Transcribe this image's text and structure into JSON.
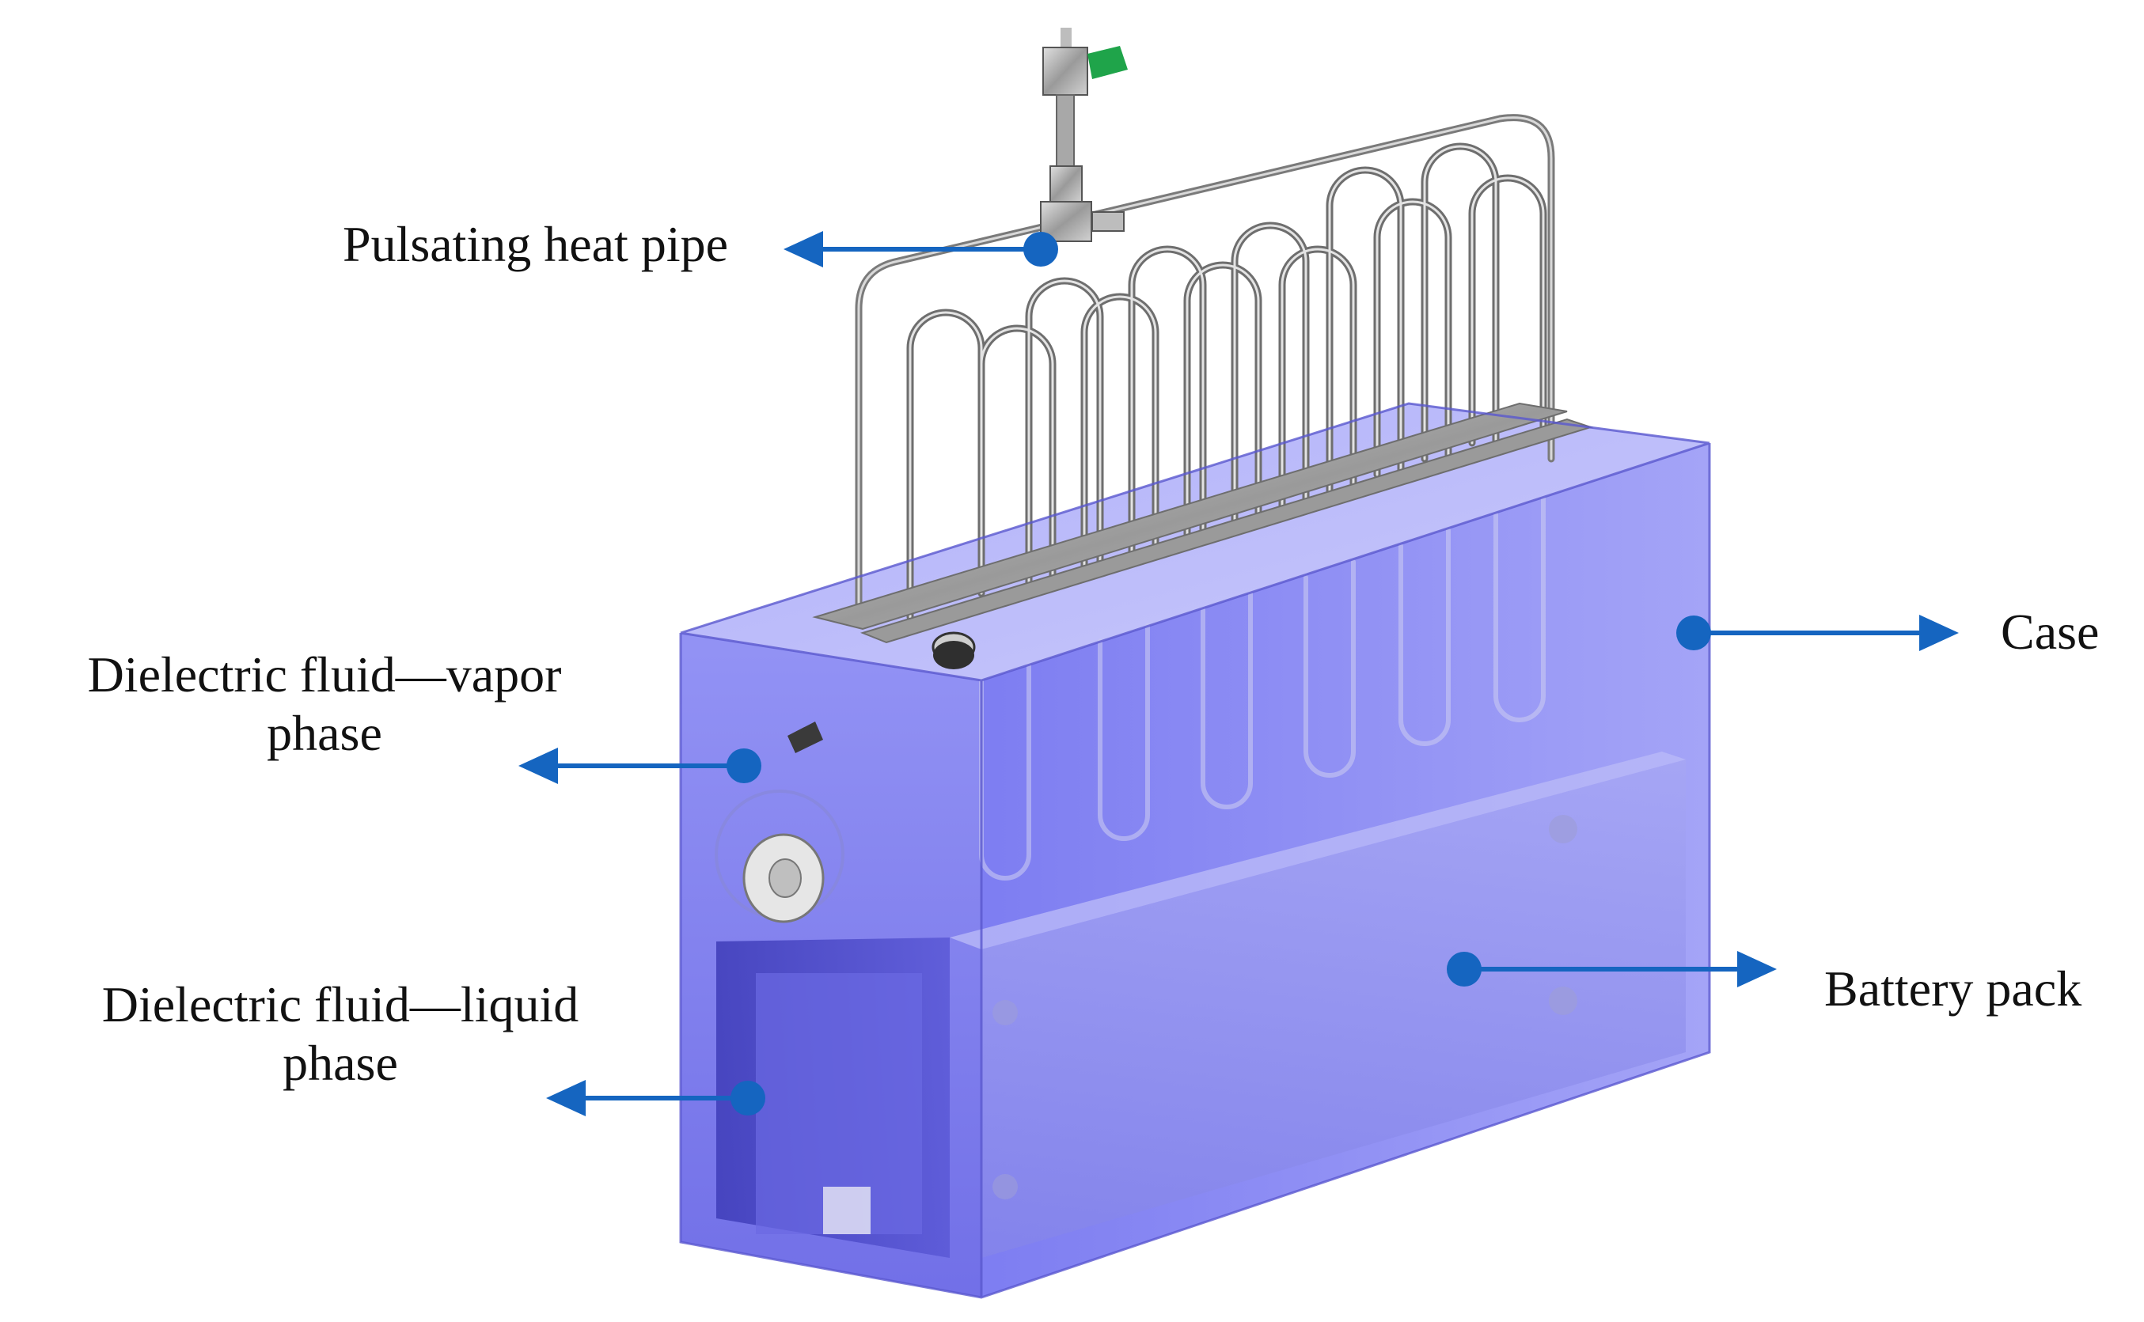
{
  "labels": {
    "pulsating_heat_pipe": "Pulsating heat pipe",
    "case": "Case",
    "vapor_line1": "Dielectric fluid—vapor",
    "vapor_line2": "phase",
    "liquid_line1": "Dielectric fluid—liquid",
    "liquid_line2": "phase",
    "battery_pack": "Battery pack"
  },
  "colors": {
    "arrow": "#1565c0",
    "case_fill": "#7b7bf0",
    "case_dark": "#4a48c8",
    "case_light": "#b4b4fa",
    "pipe": "#8a8a8a",
    "valve_green": "#1fa44a"
  }
}
